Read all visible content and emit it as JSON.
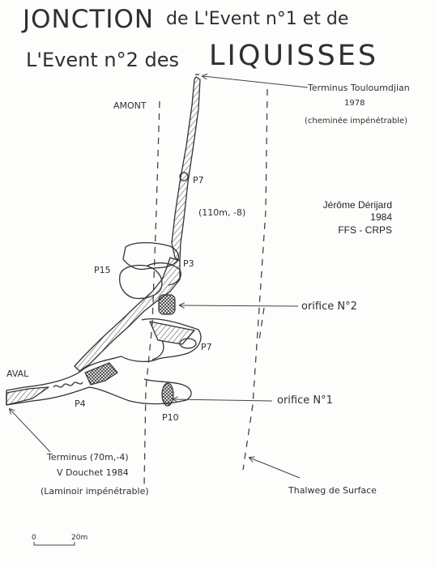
{
  "title": {
    "line1a": "JONCTION",
    "line1b": "de L'Event n°1 et de",
    "line2a": "L'Event n°2 des",
    "line2b": "LIQUISSES"
  },
  "labels": {
    "amont": "AMONT",
    "aval": "AVAL",
    "p7_top": "P7",
    "stats": "(110m, -8)",
    "p3": "P3",
    "p15": "P15",
    "p7_lower": "P7",
    "p4": "P4",
    "p10": "P10",
    "orifice2": "orifice N°2",
    "orifice1": "orifice N°1"
  },
  "terminus_top": {
    "line1": "Terminus Touloumdjian",
    "line2": "1978",
    "line3": "(cheminée impénétrable)"
  },
  "terminus_bottom": {
    "line1": "Terminus (70m,-4)",
    "line2": "V Douchet 1984",
    "line3": "(Laminoir impénétrable)"
  },
  "credits": {
    "author": "Jérôme Dérijard",
    "year": "1984",
    "org": "FFS - CRPS"
  },
  "thalweg": "Thalweg de Surface",
  "scale_bar": {
    "start": "0",
    "end": "20m"
  }
}
